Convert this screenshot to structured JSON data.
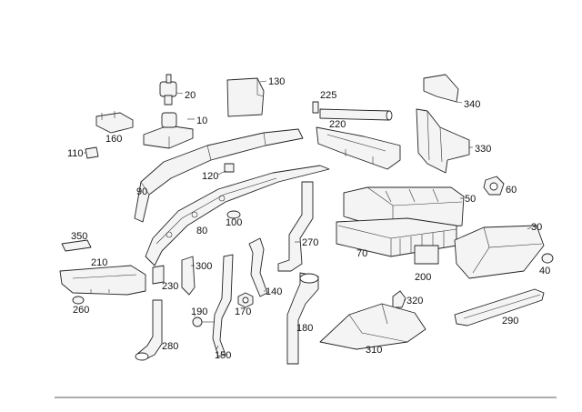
{
  "callouts": {
    "c10": "10",
    "c20": "20",
    "c30": "30",
    "c40": "40",
    "c50": "50",
    "c60": "60",
    "c70": "70",
    "c80": "80",
    "c90": "90",
    "c100": "100",
    "c110": "110",
    "c120": "120",
    "c130": "130",
    "c140": "140",
    "c150": "150",
    "c160": "160",
    "c170": "170",
    "c180": "180",
    "c190": "190",
    "c200": "200",
    "c210": "210",
    "c220": "220",
    "c225": "225",
    "c230": "230",
    "c260": "260",
    "c270": "270",
    "c280": "280",
    "c290": "290",
    "c300": "300",
    "c310": "310",
    "c320": "320",
    "c330": "330",
    "c340": "340",
    "c350": "350"
  }
}
